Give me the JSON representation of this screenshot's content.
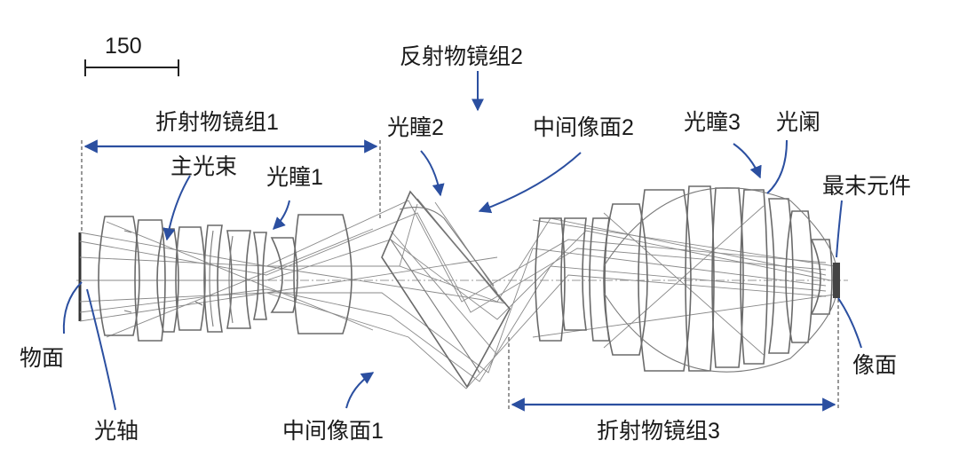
{
  "labels": {
    "scale": "150",
    "refractive_group_1": "折射物镜组1",
    "reflective_group_2": "反射物镜组2",
    "refractive_group_3": "折射物镜组3",
    "chief_ray": "主光束",
    "pupil_1": "光瞳1",
    "pupil_2": "光瞳2",
    "pupil_3": "光瞳3",
    "intermediate_image_1": "中间像面1",
    "intermediate_image_2": "中间像面2",
    "aperture_stop": "光阑",
    "last_element": "最末元件",
    "object_plane": "物面",
    "optical_axis": "光轴",
    "image_plane": "像面"
  },
  "colors": {
    "annotation": "#2b4fa0",
    "lens": "#6a6a6a",
    "text": "#1a1a1a"
  }
}
